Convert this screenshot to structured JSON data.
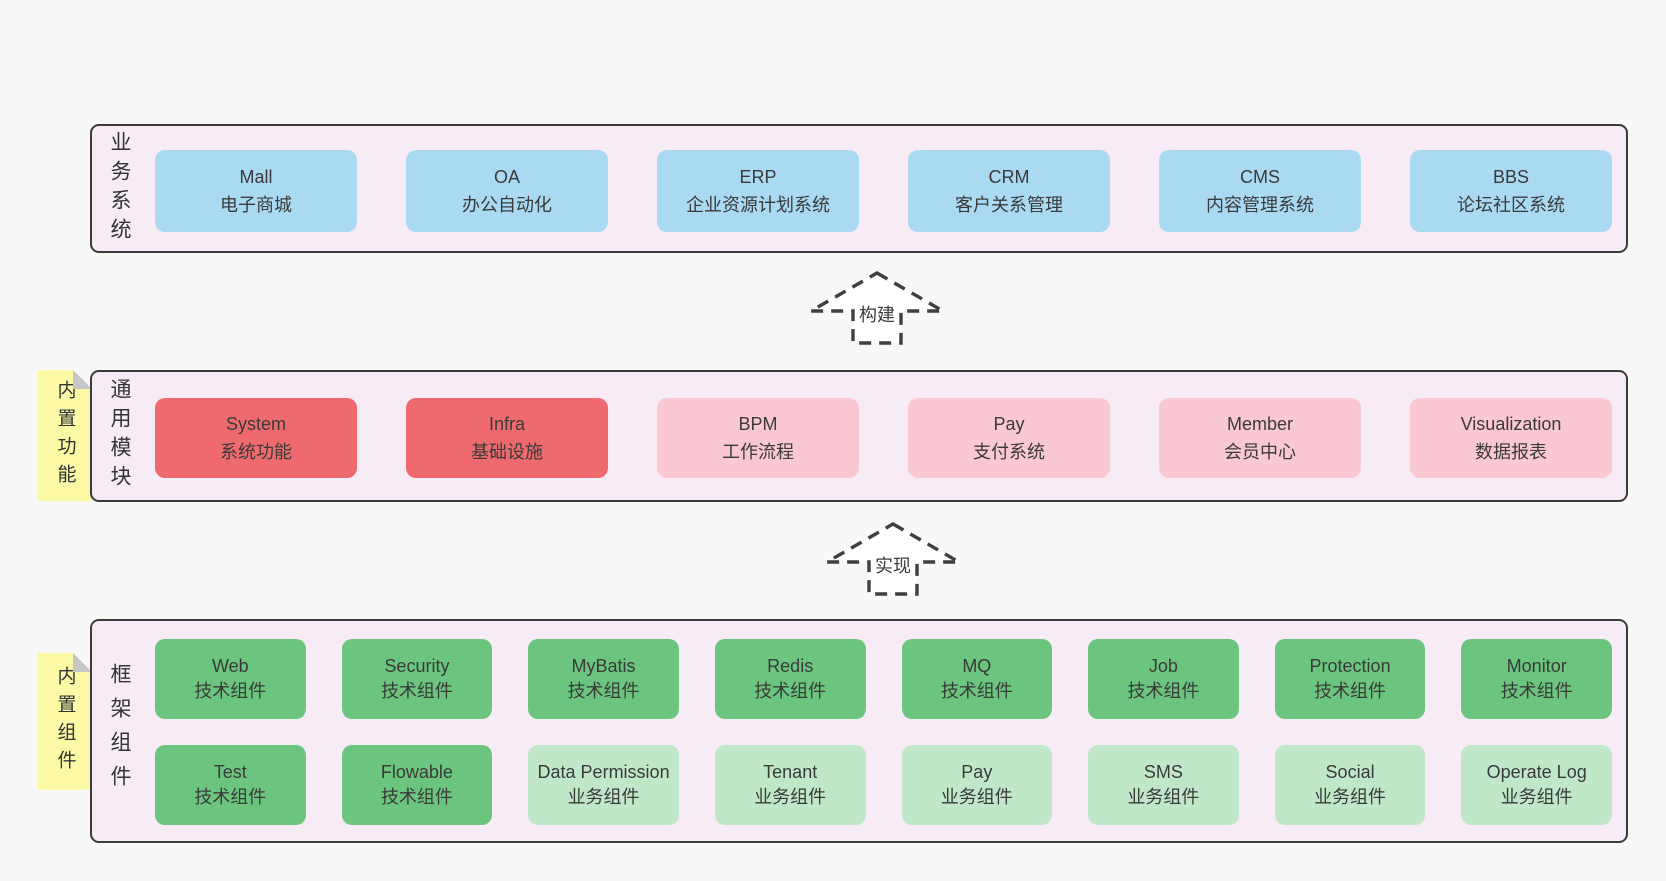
{
  "colors": {
    "page_bg": "#f8f8f8",
    "band_bg": "#f7ecf5",
    "band_border": "#3b3b3b",
    "box_blue": "#a9daf2",
    "box_red": "#ee6a6e",
    "box_pink": "#f9c8d2",
    "box_green_dark": "#6bc57f",
    "box_green_light": "#c1e7c9",
    "sticky_yellow": "#fbf9a6"
  },
  "bands": [
    {
      "label": "业务系统",
      "boxes": [
        {
          "en": "Mall",
          "zh": "电子商城"
        },
        {
          "en": "OA",
          "zh": "办公自动化"
        },
        {
          "en": "ERP",
          "zh": "企业资源计划系统"
        },
        {
          "en": "CRM",
          "zh": "客户关系管理"
        },
        {
          "en": "CMS",
          "zh": "内容管理系统"
        },
        {
          "en": "BBS",
          "zh": "论坛社区系统"
        }
      ]
    },
    {
      "label": "通用模块",
      "sticky": "内置功能",
      "boxes": [
        {
          "en": "System",
          "zh": "系统功能"
        },
        {
          "en": "Infra",
          "zh": "基础设施"
        },
        {
          "en": "BPM",
          "zh": "工作流程"
        },
        {
          "en": "Pay",
          "zh": "支付系统"
        },
        {
          "en": "Member",
          "zh": "会员中心"
        },
        {
          "en": "Visualization",
          "zh": "数据报表"
        }
      ]
    },
    {
      "label": "框架组件",
      "sticky": "内置组件",
      "rows": [
        [
          {
            "en": "Web",
            "zh": "技术组件"
          },
          {
            "en": "Security",
            "zh": "技术组件"
          },
          {
            "en": "MyBatis",
            "zh": "技术组件"
          },
          {
            "en": "Redis",
            "zh": "技术组件"
          },
          {
            "en": "MQ",
            "zh": "技术组件"
          },
          {
            "en": "Job",
            "zh": "技术组件"
          },
          {
            "en": "Protection",
            "zh": "技术组件"
          },
          {
            "en": "Monitor",
            "zh": "技术组件"
          }
        ],
        [
          {
            "en": "Test",
            "zh": "技术组件"
          },
          {
            "en": "Flowable",
            "zh": "技术组件"
          },
          {
            "en": "Data Permission",
            "zh": "业务组件"
          },
          {
            "en": "Tenant",
            "zh": "业务组件"
          },
          {
            "en": "Pay",
            "zh": "业务组件"
          },
          {
            "en": "SMS",
            "zh": "业务组件"
          },
          {
            "en": "Social",
            "zh": "业务组件"
          },
          {
            "en": "Operate Log",
            "zh": "业务组件"
          }
        ]
      ]
    }
  ],
  "arrows": [
    {
      "label": "构建"
    },
    {
      "label": "实现"
    }
  ]
}
